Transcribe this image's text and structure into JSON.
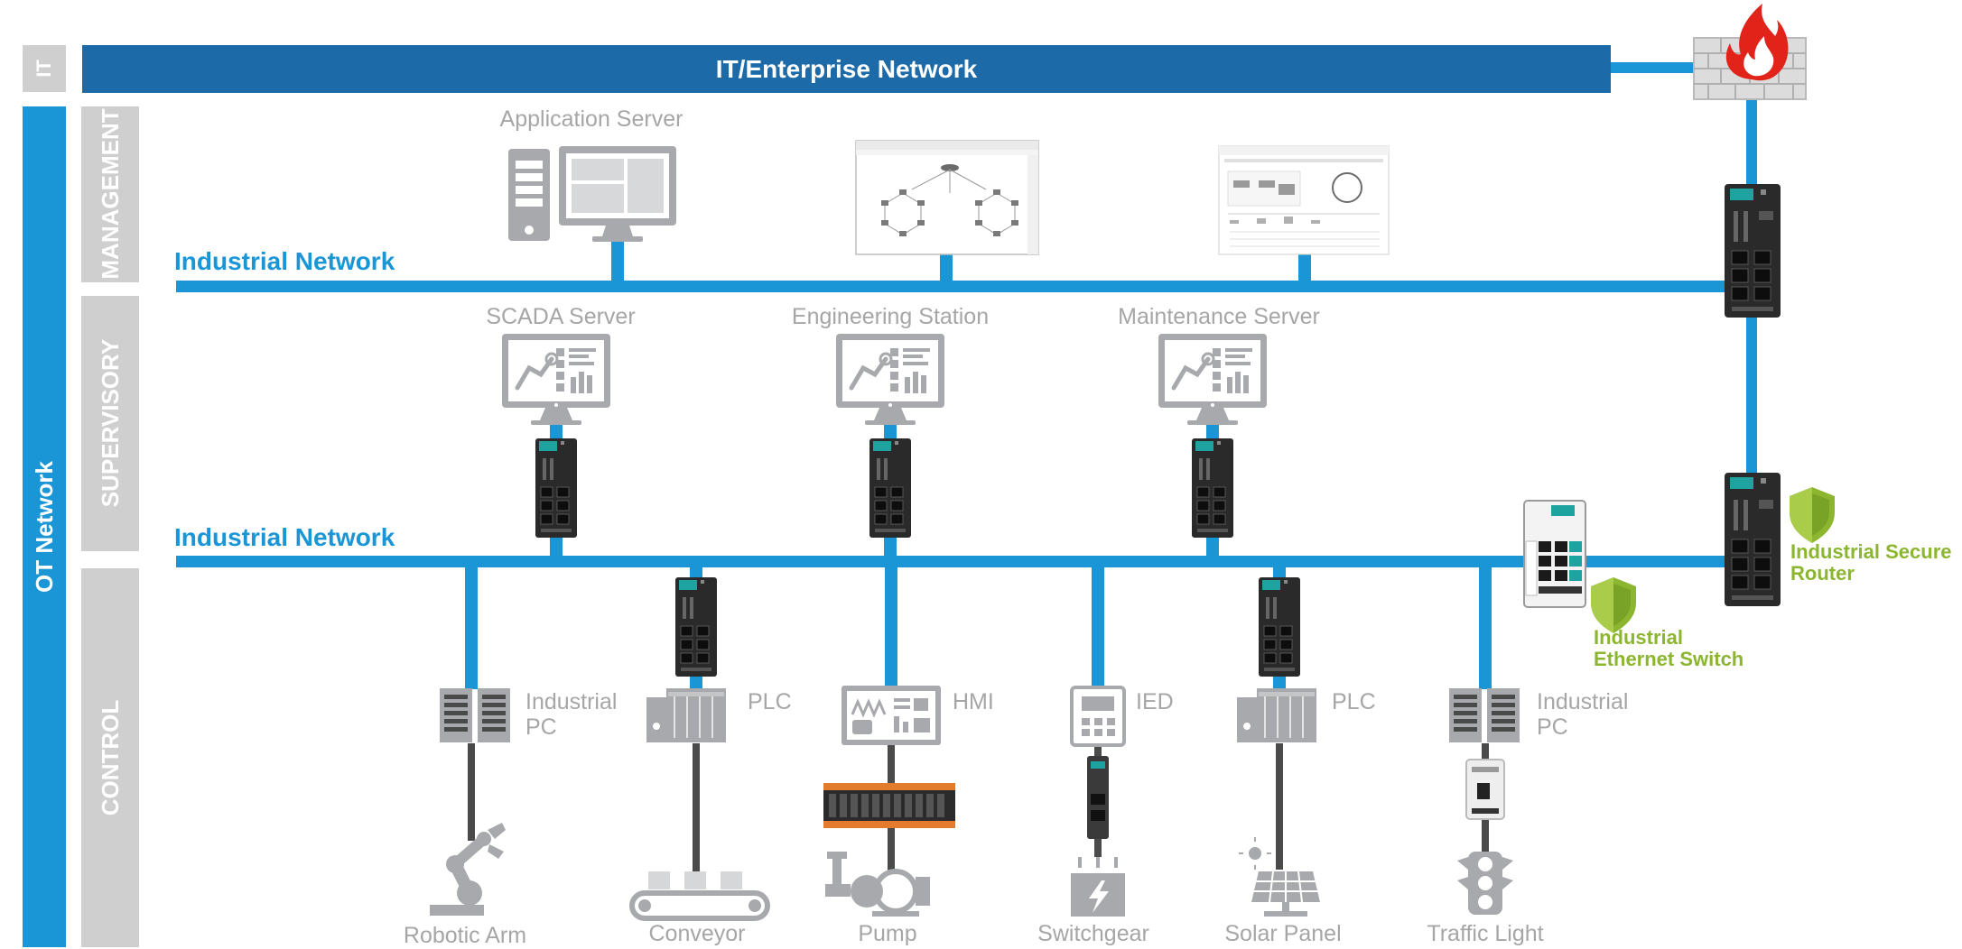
{
  "colors": {
    "blue": "#1a96d6",
    "dark_blue": "#1c6aa8",
    "gray_band": "#cfcfcf",
    "device_gray": "#a7a9ac",
    "green": "#8db630",
    "fire_red": "#e2231a",
    "cable_dark": "#4a4a4a"
  },
  "side": {
    "it_label": "IT",
    "ot_label": "OT Network",
    "levels": {
      "management": "MANAGEMENT",
      "supervisory": "SUPERVISORY",
      "control": "CONTROL"
    }
  },
  "networks": {
    "enterprise": "IT/Enterprise Network",
    "industrial_top": "Industrial Network",
    "industrial_bottom": "Industrial Network"
  },
  "management": {
    "application_server": "Application Server"
  },
  "supervisory": {
    "scada": "SCADA Server",
    "engineering": "Engineering Station",
    "maintenance": "Maintenance Server"
  },
  "security": {
    "router": "Industrial Secure Router",
    "switch": "Industrial Ethernet Switch"
  },
  "control": {
    "ipc1": "Industrial PC",
    "plc1": "PLC",
    "hmi": "HMI",
    "ied": "IED",
    "plc2": "PLC",
    "ipc2": "Industrial PC"
  },
  "field": {
    "robotic_arm": "Robotic Arm",
    "conveyor": "Conveyor",
    "pump": "Pump",
    "switchgear": "Switchgear",
    "solar_panel": "Solar Panel",
    "traffic_light": "Traffic Light"
  },
  "icons": {
    "firewall": "firewall-icon",
    "router": "secure-router-icon",
    "switch": "ethernet-switch-icon",
    "shield": "shield-icon",
    "server": "server-icon",
    "monitor": "monitor-icon"
  }
}
